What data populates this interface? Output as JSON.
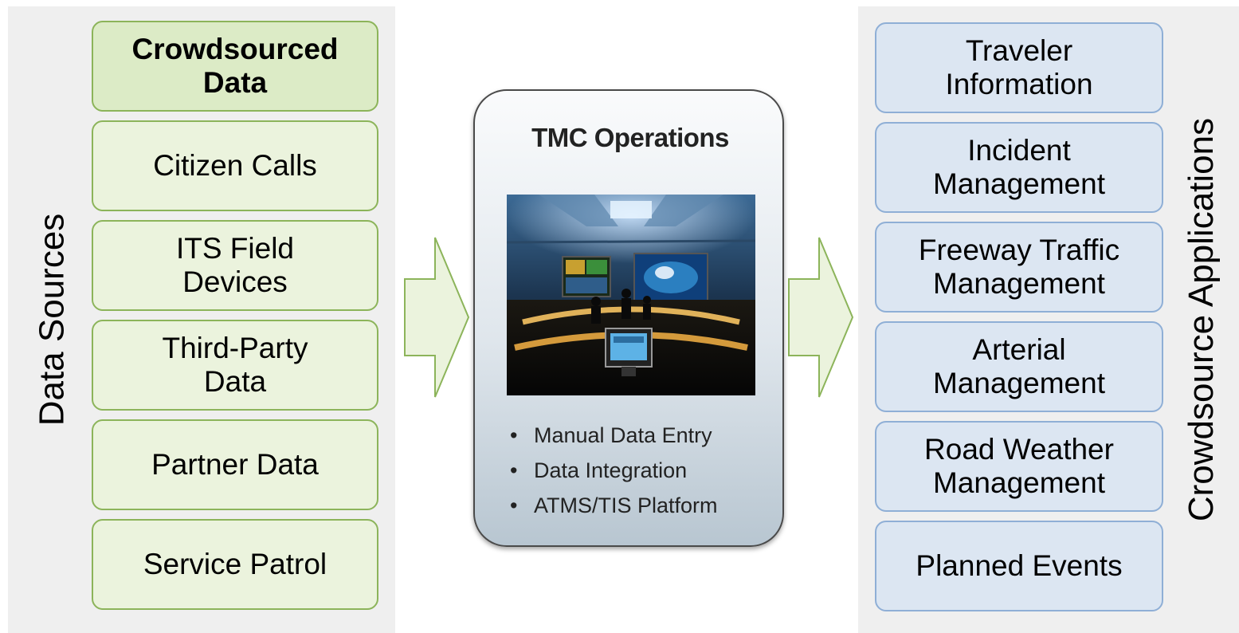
{
  "left_panel": {
    "label": "Data Sources",
    "items": [
      "Crowdsourced\nData",
      "Citizen Calls",
      "ITS Field\nDevices",
      "Third-Party\nData",
      "Partner Data",
      "Service Patrol"
    ]
  },
  "center": {
    "title": "TMC Operations",
    "bullets": [
      "Manual Data Entry",
      "Data Integration",
      "ATMS/TIS Platform"
    ]
  },
  "right_panel": {
    "label": "Crowdsource Applications",
    "items": [
      "Traveler\nInformation",
      "Incident\nManagement",
      "Freeway Traffic\nManagement",
      "Arterial\nManagement",
      "Road Weather\nManagement",
      "Planned Events"
    ]
  },
  "colors": {
    "source_fill": "#ebf3dd",
    "source_header_fill": "#dcebc6",
    "source_border": "#8cb45a",
    "application_fill": "#dce6f2",
    "application_border": "#8fafd6",
    "arrow_fill": "#ebf3dd",
    "arrow_stroke": "#8cb45a"
  }
}
